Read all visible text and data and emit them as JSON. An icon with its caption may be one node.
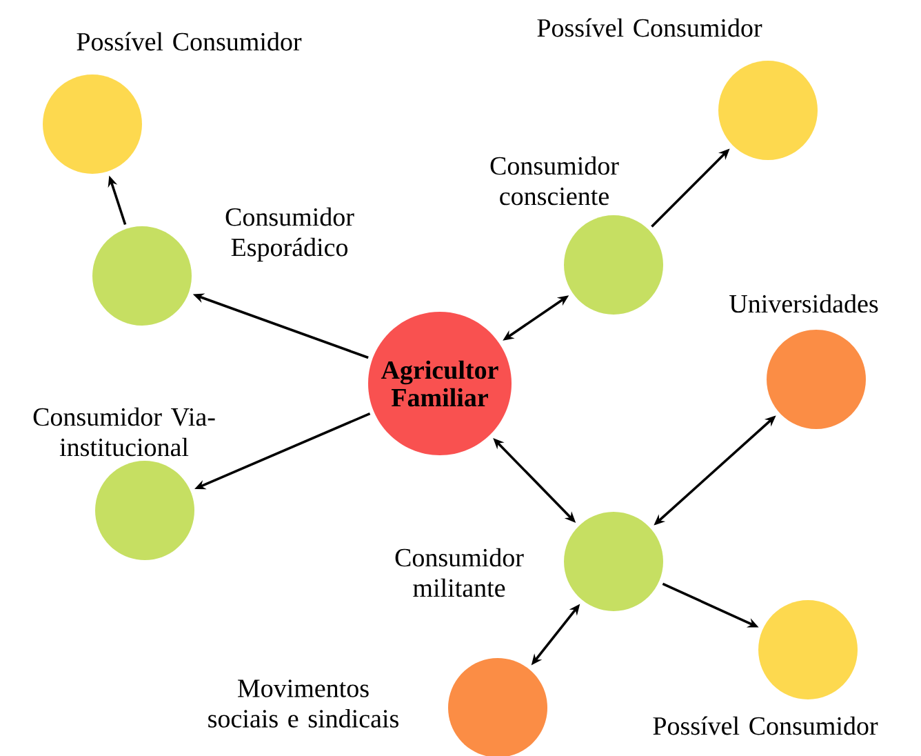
{
  "diagram": {
    "nodes": [
      {
        "text": [
          "Agricultor Familiar"
        ]
      },
      {
        "text": [],
        "shape": "circle",
        "beside": [
          "Possível Consumidor"
        ]
      },
      {
        "text": [],
        "shape": "circle",
        "beside": [
          "Consumidor Esporádico"
        ]
      },
      {
        "text": [],
        "shape": "circle",
        "beside": [
          "Possível Consumidor"
        ]
      },
      {
        "text": [],
        "shape": "circle",
        "beside": [
          "Consumidor consciente"
        ]
      },
      {
        "text": [],
        "shape": "circle",
        "beside": [
          "Universidades"
        ]
      },
      {
        "text": [],
        "shape": "circle",
        "beside": [
          "Consumidor Via-institucional"
        ]
      },
      {
        "text": [],
        "shape": "circle",
        "beside": [
          "Consumidor militante"
        ]
      },
      {
        "text": [],
        "shape": "circle",
        "beside": [
          "Movimentos sociais e sindicais"
        ]
      },
      {
        "text": [],
        "shape": "circle",
        "beside": [
          "Possível Consumidor"
        ]
      }
    ],
    "edges": [
      {
        "from": 2,
        "to": 1,
        "arrow": "to"
      },
      {
        "from": 0,
        "to": 2,
        "arrow": "to"
      },
      {
        "from": 0,
        "to": 4,
        "arrow": "both"
      },
      {
        "from": 4,
        "to": 3,
        "arrow": "to"
      },
      {
        "from": 0,
        "to": 6,
        "arrow": "to"
      },
      {
        "from": 0,
        "to": 7,
        "arrow": "both"
      },
      {
        "from": 7,
        "to": 5,
        "arrow": "both"
      },
      {
        "from": 7,
        "to": 9,
        "arrow": "to"
      },
      {
        "from": 7,
        "to": 8,
        "arrow": "both"
      }
    ]
  }
}
